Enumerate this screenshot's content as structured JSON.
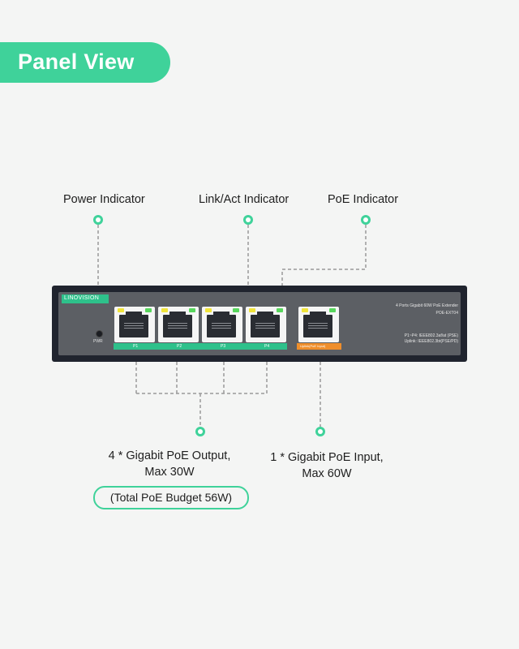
{
  "header": {
    "title": "Panel View"
  },
  "callouts": {
    "power": "Power Indicator",
    "link": "Link/Act Indicator",
    "poe": "PoE Indicator",
    "output_line1": "4 * Gigabit PoE Output,",
    "output_line2": "Max 30W",
    "input_line1": "1 * Gigabit PoE Input,",
    "input_line2": "Max 60W",
    "budget": "(Total PoE Budget 56W)"
  },
  "device": {
    "brand": "LINOVISION",
    "model_title": "4 Ports Gigabit 60W PoE Extender",
    "model_code": "POE-EXT04",
    "spec_line1": "P1~P4: IEEE802.3af/at (PSE)",
    "spec_line2": "Uplink: IEEE802.3bt(PSE/PD)",
    "pwr_label": "PWR",
    "port_labels": [
      "P1",
      "P2",
      "P3",
      "P4"
    ],
    "uplink_label": "Uplink(PoE Input)"
  },
  "colors": {
    "accent": "#3fd29a",
    "device_body": "#20242e",
    "uplink": "#ef8e2b"
  }
}
